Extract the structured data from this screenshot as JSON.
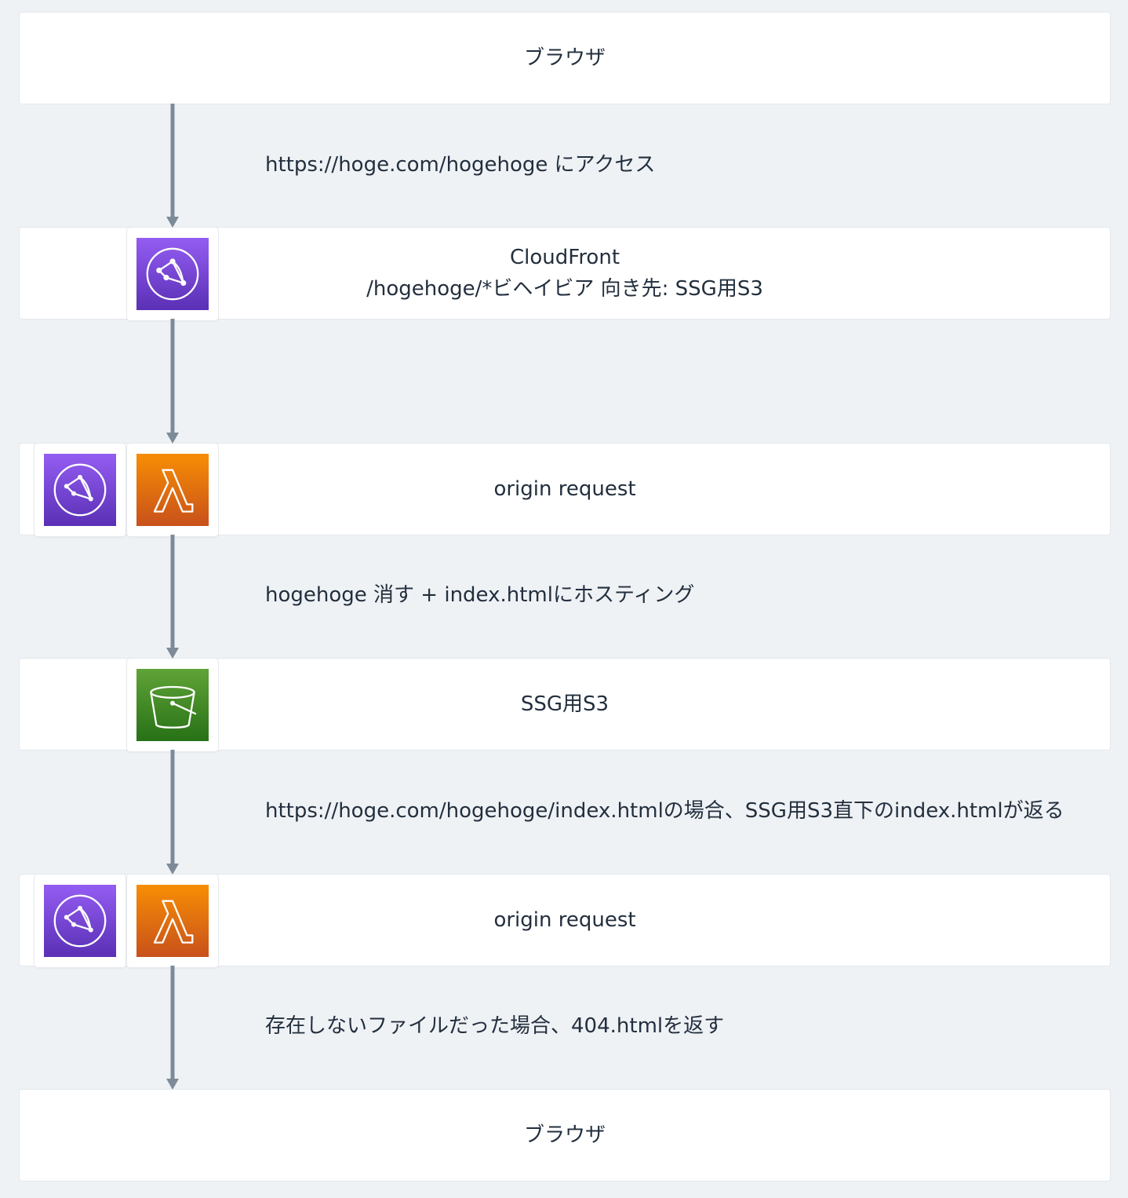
{
  "nodes": {
    "browser_top": {
      "label": "ブラウザ"
    },
    "cloudfront": {
      "title": "CloudFront",
      "subtitle": "/hogehoge/*ビヘイビア 向き先: SSG用S3",
      "icon": "cloudfront-icon"
    },
    "origin_request_1": {
      "label": "origin request",
      "icons": [
        "cloudfront-icon",
        "lambda-icon"
      ]
    },
    "ssg_s3": {
      "label": "SSG用S3",
      "icon": "s3-bucket-icon"
    },
    "origin_request_2": {
      "label": "origin request",
      "icons": [
        "cloudfront-icon",
        "lambda-icon"
      ]
    },
    "browser_bottom": {
      "label": "ブラウザ"
    }
  },
  "edges": [
    {
      "from": "browser_top",
      "to": "cloudfront",
      "label": "https://hoge.com/hogehoge にアクセス"
    },
    {
      "from": "cloudfront",
      "to": "origin_request_1",
      "label": ""
    },
    {
      "from": "origin_request_1",
      "to": "ssg_s3",
      "label": "hogehoge 消す + index.htmlにホスティング"
    },
    {
      "from": "ssg_s3",
      "to": "origin_request_2",
      "label": "https://hoge.com/hogehoge/index.htmlの場合、SSG用S3直下のindex.htmlが返る"
    },
    {
      "from": "origin_request_2",
      "to": "browser_bottom",
      "label": "存在しないファイルだった場合、404.htmlを返す"
    }
  ],
  "colors": {
    "background": "#eff2f5",
    "arrow": "#7d8b98",
    "cloudfront_top": "#945df2",
    "cloudfront_bottom": "#5a30b5",
    "lambda_top": "#f78e04",
    "lambda_bottom": "#c8511b",
    "s3_top": "#60a337",
    "s3_bottom": "#277116"
  }
}
